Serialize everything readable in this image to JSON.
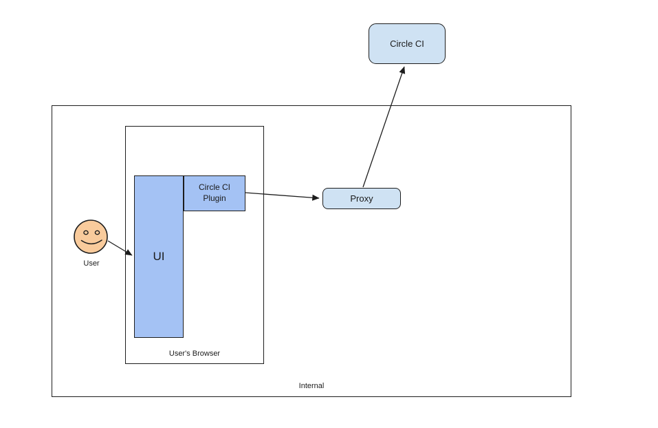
{
  "diagram": {
    "nodes": {
      "circle_ci": {
        "label": "Circle CI",
        "fill": "#cfe2f3"
      },
      "proxy": {
        "label": "Proxy",
        "fill": "#cfe2f3"
      },
      "plugin": {
        "label": "Circle CI Plugin",
        "fill": "#a4c2f4"
      },
      "ui": {
        "label": "UI",
        "fill": "#a4c2f4"
      },
      "user": {
        "label": "User",
        "fill": "#f9cb9c"
      }
    },
    "containers": {
      "browser": {
        "label": "User's Browser"
      },
      "internal": {
        "label": "Internal"
      }
    },
    "edges": [
      {
        "from": "user",
        "to": "ui"
      },
      {
        "from": "plugin",
        "to": "proxy"
      },
      {
        "from": "proxy",
        "to": "circle_ci"
      }
    ],
    "stroke_color": "#1c1c1c"
  }
}
